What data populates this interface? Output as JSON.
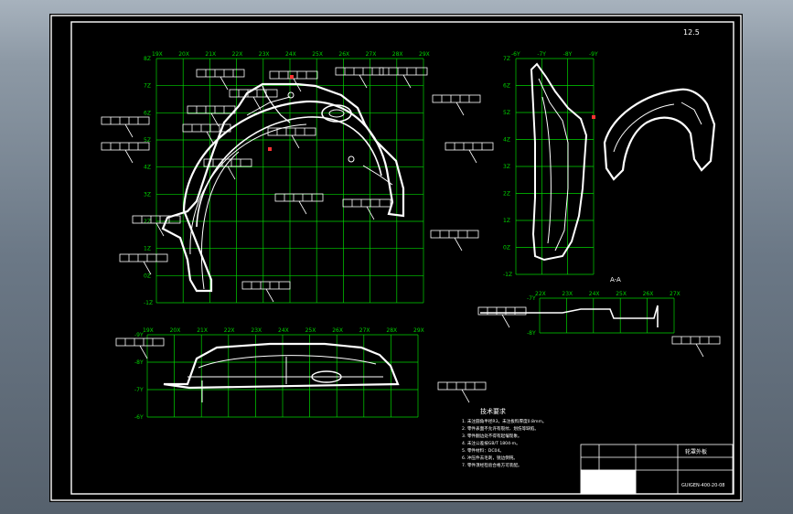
{
  "grid_labels": {
    "main_top": [
      "19X",
      "20X",
      "21X",
      "22X",
      "23X",
      "24X",
      "25X",
      "26X",
      "27X",
      "28X",
      "29X"
    ],
    "main_left": [
      "8Z",
      "7Z",
      "6Z",
      "5Z",
      "4Z",
      "3Z",
      "2Z",
      "1Z",
      "0Z",
      "-1Z"
    ],
    "side_top": [
      "-6Y",
      "-7Y",
      "-8Y",
      "-9Y"
    ],
    "side_left": [
      "7Z",
      "6Z",
      "5Z",
      "4Z",
      "3Z",
      "2Z",
      "1Z",
      "0Z",
      "-1Z"
    ],
    "bottom_top": [
      "19X",
      "20X",
      "21X",
      "22X",
      "23X",
      "24X",
      "25X",
      "26X",
      "27X",
      "28X",
      "29X"
    ],
    "bottom_left": [
      "-9Y",
      "-8Y",
      "-7Y",
      "-6Y"
    ],
    "section_top": [
      "22X",
      "23X",
      "24X",
      "25X",
      "26X",
      "27X"
    ],
    "section_left": [
      "-7Y",
      "-8Y"
    ]
  },
  "section_label": "A-A",
  "roughness": "12.5",
  "tech_title": "技术要求",
  "tech_lines": [
    "1. 未注圆角半径R3，未注板料厚度0.8mm。",
    "2. 零件表面不允许有裂纹、划伤等缺陷。",
    "3. 零件翻边处不得有起皱现象。",
    "4. 未注公差按GB/T 1804-m。",
    "5. 零件材料：DC04。",
    "6. 冲压件去毛刺，锐边倒钝。",
    "7. 零件须经检验合格方可装配。"
  ],
  "title_block": {
    "part_name": "轮罩外板",
    "drawing_no": "GUIGEN-400-20-08"
  },
  "colors": {
    "grid": "#00d400",
    "line": "#ffffff",
    "accent": "#ff3333",
    "frame": "#ffffff"
  }
}
